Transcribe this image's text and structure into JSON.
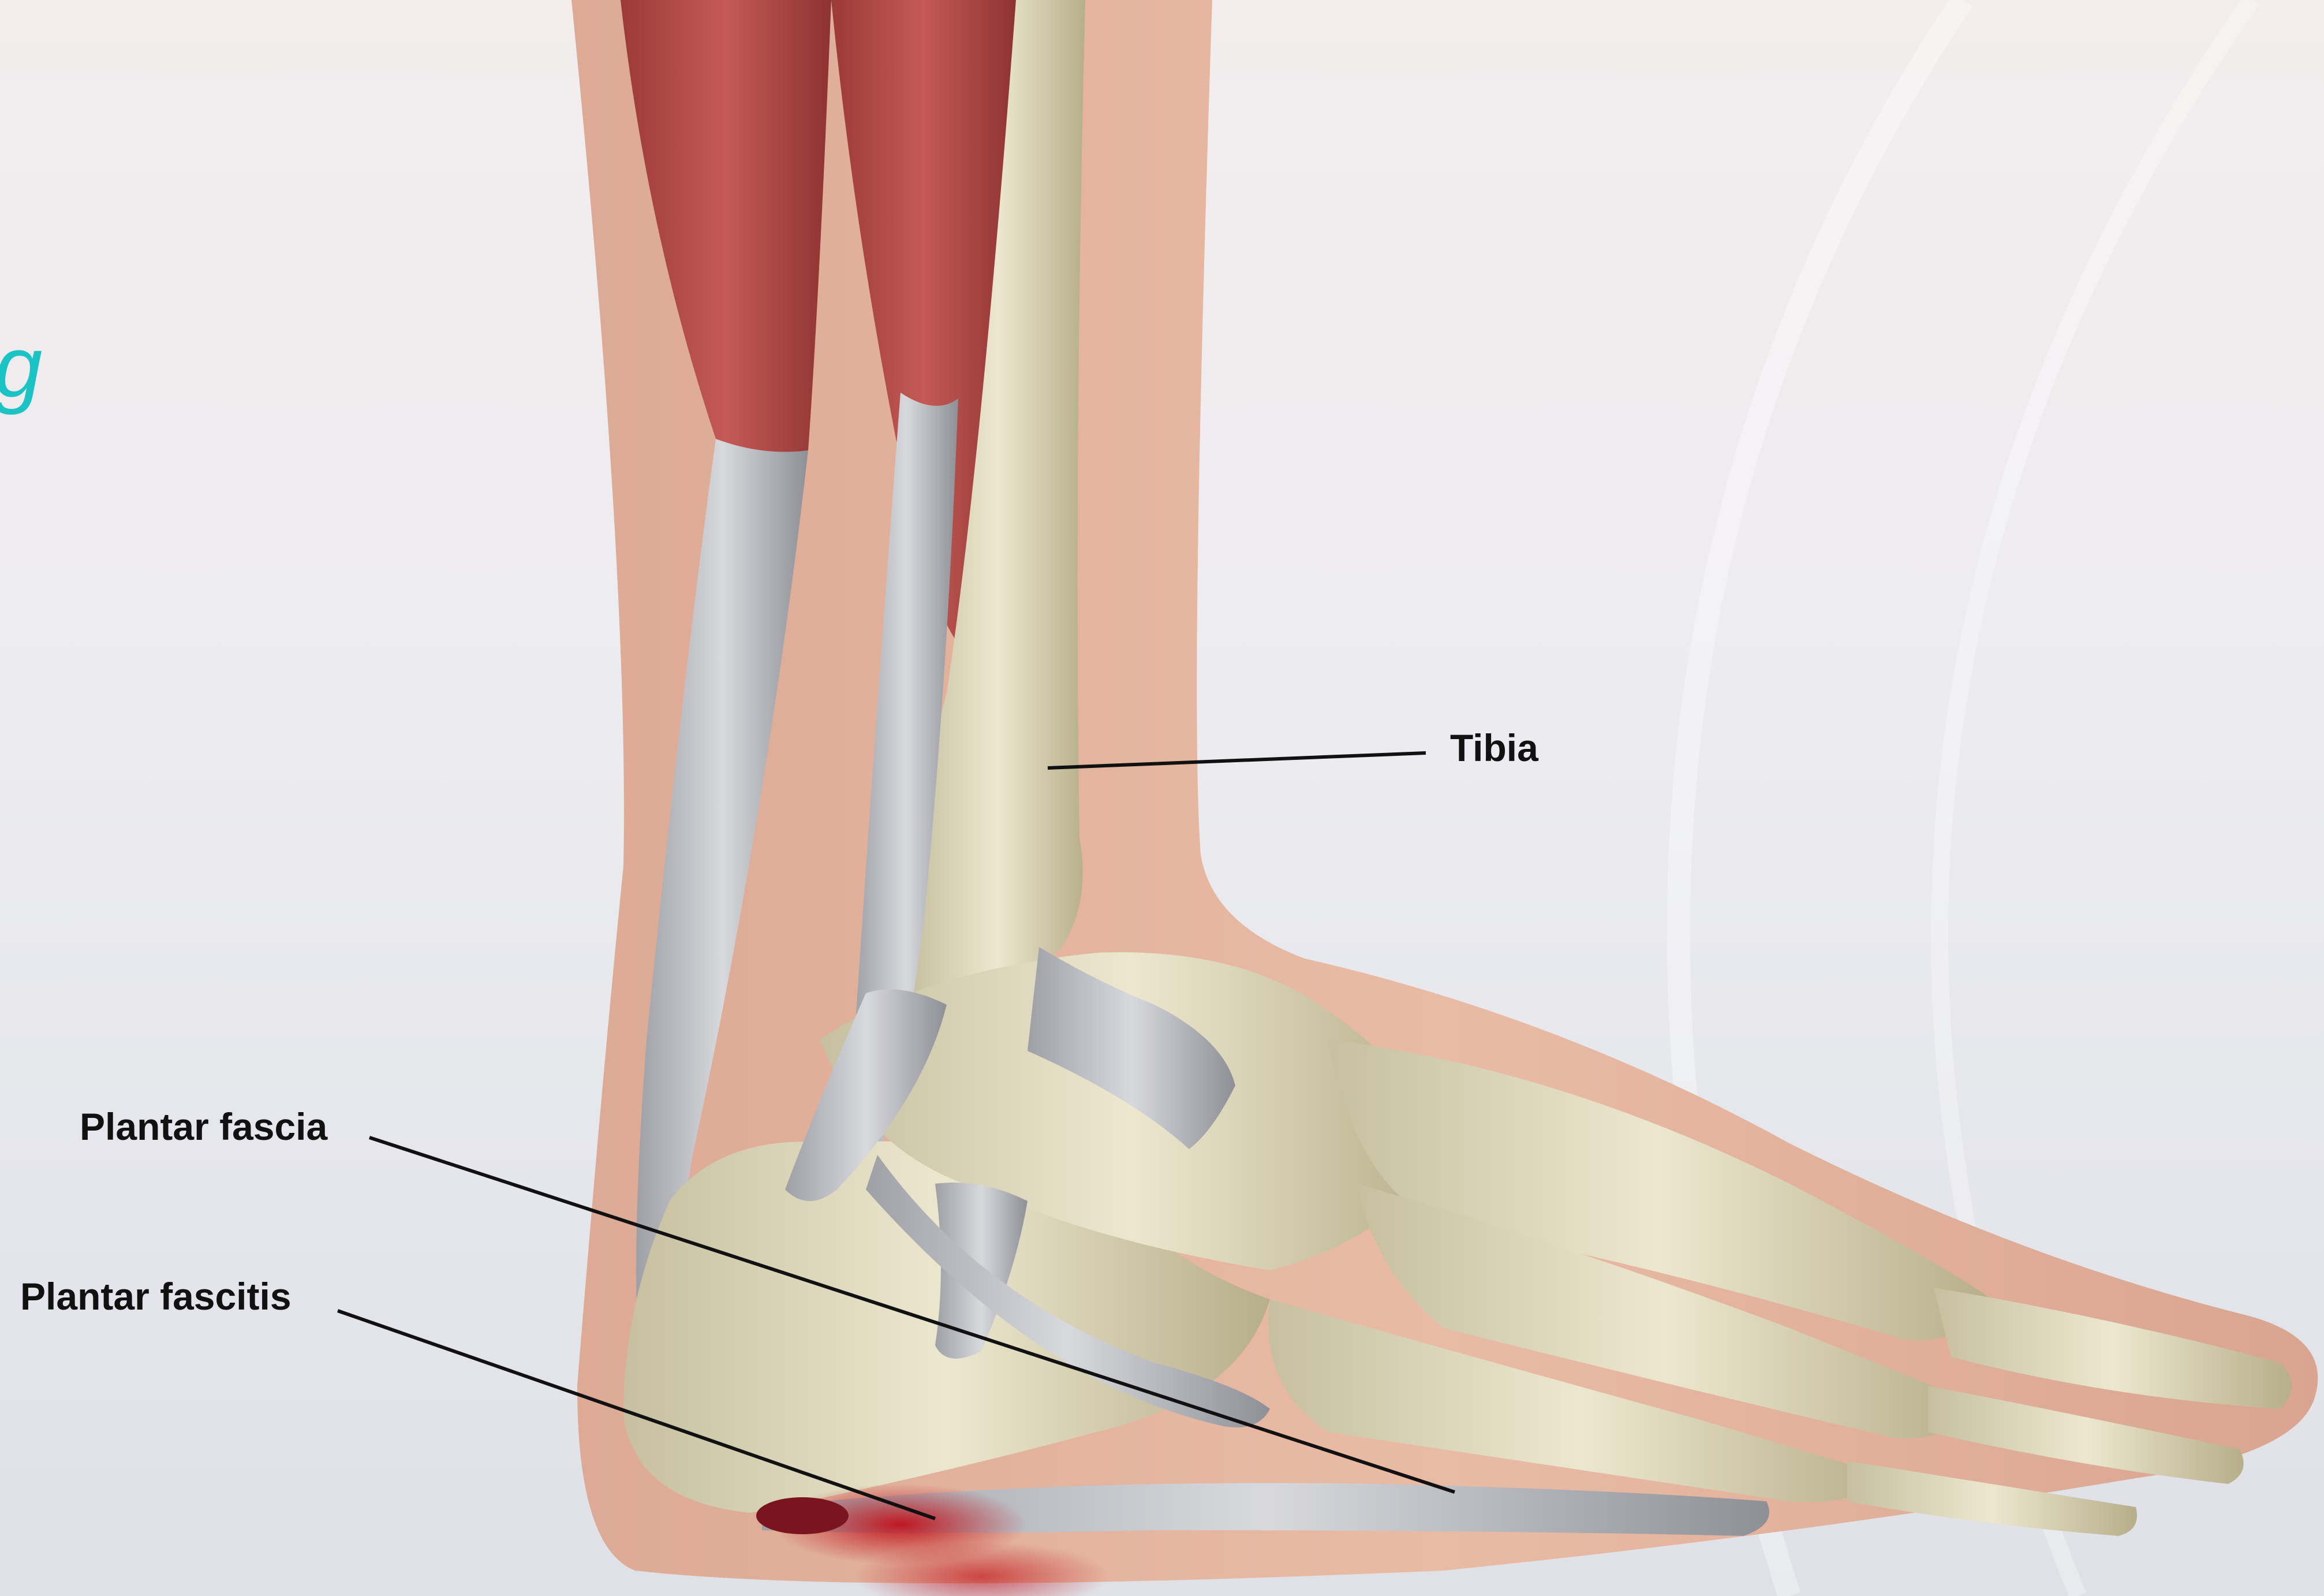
{
  "title_fragment": "g",
  "labels": {
    "tibia": "Tibia",
    "plantar_fascia": "Plantar fascia",
    "plantar_fascitis": "Plantar fascitis"
  }
}
